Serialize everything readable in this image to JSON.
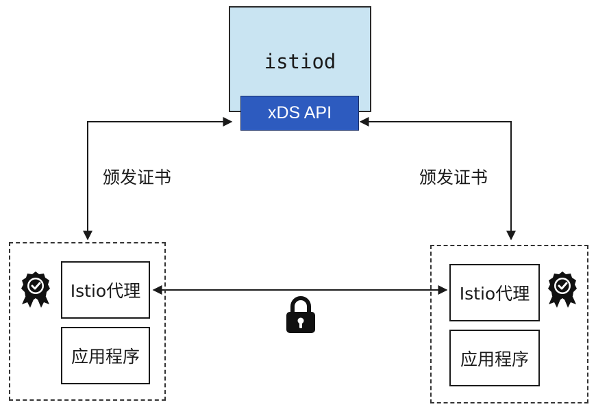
{
  "control_plane": {
    "name": "istiod",
    "api_label": "xDS API"
  },
  "connections": {
    "left_issue_label": "颁发证书",
    "right_issue_label": "颁发证书"
  },
  "left_pod": {
    "proxy_label": "Istio代理",
    "app_label": "应用程序",
    "badge_icon": "certificate-badge-icon"
  },
  "right_pod": {
    "proxy_label": "Istio代理",
    "app_label": "应用程序",
    "badge_icon": "certificate-badge-icon"
  },
  "secure_link": {
    "icon": "lock-icon"
  },
  "colors": {
    "istiod_fill": "#c9e4f2",
    "xds_fill": "#2d5bbf",
    "line": "#1a1a1a"
  }
}
